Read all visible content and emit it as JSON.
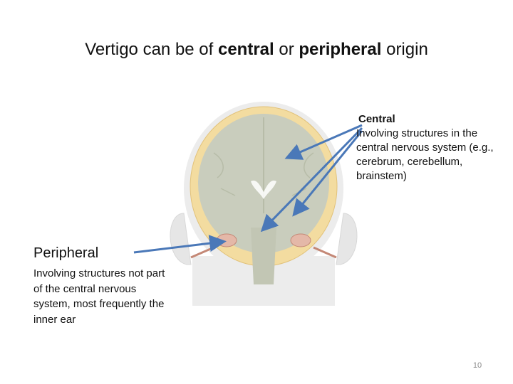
{
  "title": {
    "prefix": "Vertigo can be of ",
    "central_word": "central",
    "joiner": " or ",
    "peripheral_word": "peripheral",
    "suffix": " origin"
  },
  "central": {
    "heading": "Central",
    "description": "Involving structures in the central nervous system (e.g., cerebrum, cerebellum, brainstem)"
  },
  "peripheral": {
    "heading": "Peripheral",
    "description": "Involving structures not part of the central nervous system, most frequently the inner ear"
  },
  "page_number": "10",
  "colors": {
    "arrow": "#4a78b8",
    "skull": "#f3dca0",
    "brain": "#c9cdbd",
    "skin": "#ececec"
  },
  "illustration": {
    "icon": "brain-cross-section-illustration"
  }
}
